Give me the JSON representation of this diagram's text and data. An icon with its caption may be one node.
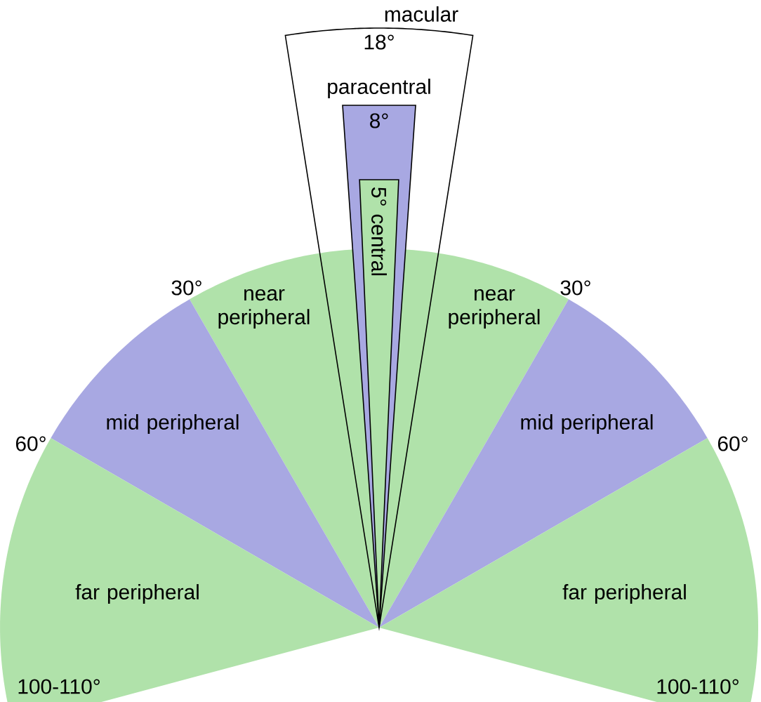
{
  "diagram": {
    "nodes": [
      {
        "text": [
          "macular",
          "18°"
        ]
      },
      {
        "text": [
          "paracentral",
          "8°"
        ],
        "in": 0
      },
      {
        "text": [
          "5° central"
        ],
        "in": 1
      },
      {
        "text": [
          "near peripheral"
        ]
      },
      {
        "text": [
          "near peripheral"
        ]
      },
      {
        "text": [
          "mid peripheral"
        ]
      },
      {
        "text": [
          "mid peripheral"
        ]
      },
      {
        "text": [
          "far peripheral"
        ]
      },
      {
        "text": [
          "far peripheral"
        ]
      }
    ],
    "labels": [
      "30°",
      "30°",
      "60°",
      "60°",
      "100-110°",
      "100-110°"
    ]
  }
}
